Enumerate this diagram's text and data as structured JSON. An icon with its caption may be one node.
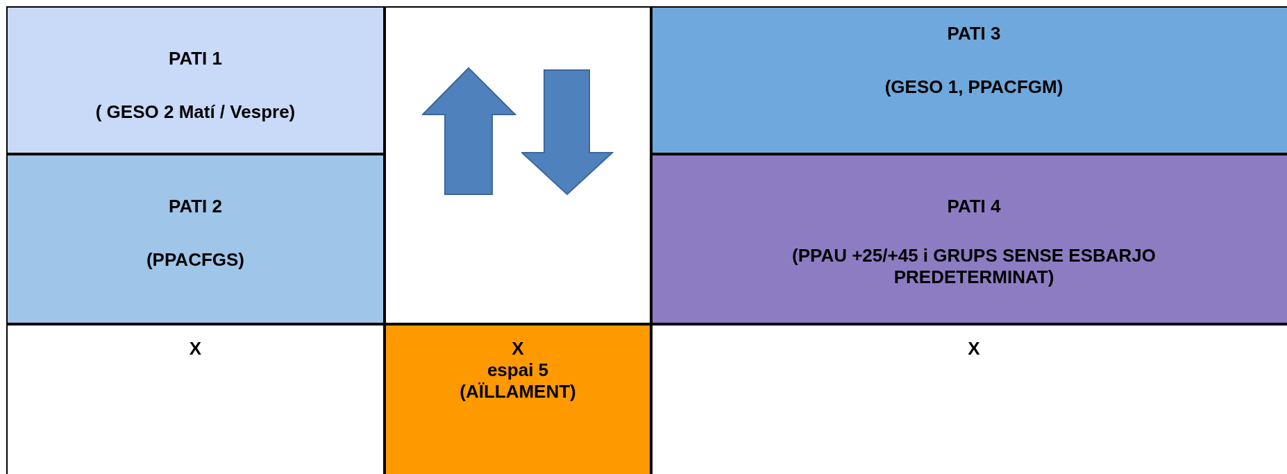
{
  "diagram": {
    "nodes": [
      {
        "text": [
          "PATI 1",
          "( GESO 2 Matí / Vespre)"
        ]
      },
      {
        "text": [
          "PATI 2",
          "(PPACFGS)"
        ]
      },
      {
        "text": [
          "PATI 3",
          "(GESO 1, PPACFGM)"
        ]
      },
      {
        "text": [
          "PATI 4",
          "(PPAU +25/+45 i GRUPS SENSE ESBARJO PREDETERMINAT)"
        ]
      },
      {
        "text": [
          "X"
        ]
      },
      {
        "text": [
          "X",
          "espai 5",
          "(AÏLLAMENT)"
        ]
      },
      {
        "text": [
          "X"
        ]
      }
    ]
  }
}
